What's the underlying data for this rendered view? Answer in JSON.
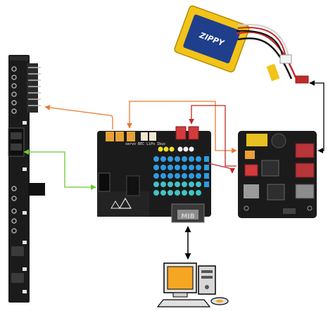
{
  "colors": {
    "wire_orange": "#e97b2f",
    "wire_red": "#c02a2a",
    "wire_green": "#66cc33",
    "arrow_black": "#000000",
    "pcb": "#1b1b1b",
    "battery_yellow": "#f2c318",
    "battery_blue": "#1f3f8c"
  },
  "labels": {
    "usb_port": "MIB",
    "board_silk": "servo BEC LiPo Ibus",
    "battery_brand": "ZIPPY"
  },
  "components": [
    {
      "name": "servo-controller-board",
      "icon": "pcb-icon"
    },
    {
      "name": "power-distribution-board",
      "icon": "pcb-icon"
    },
    {
      "name": "led-strip",
      "icon": "led-strip-icon"
    },
    {
      "name": "lipo-battery",
      "icon": "battery-icon"
    },
    {
      "name": "desktop-computer",
      "icon": "computer-icon"
    }
  ],
  "connections": [
    {
      "from": "servo-controller-board",
      "to": "led-strip",
      "color": "orange"
    },
    {
      "from": "servo-controller-board",
      "to": "power-distribution-board",
      "color": "orange"
    },
    {
      "from": "power-distribution-board",
      "to": "servo-controller-board",
      "color": "red"
    },
    {
      "from": "led-strip",
      "to": "servo-controller-board",
      "color": "green"
    },
    {
      "from": "lipo-battery",
      "to": "power-distribution-board",
      "color": "black"
    },
    {
      "from": "servo-controller-board",
      "to": "desktop-computer",
      "color": "black"
    }
  ]
}
